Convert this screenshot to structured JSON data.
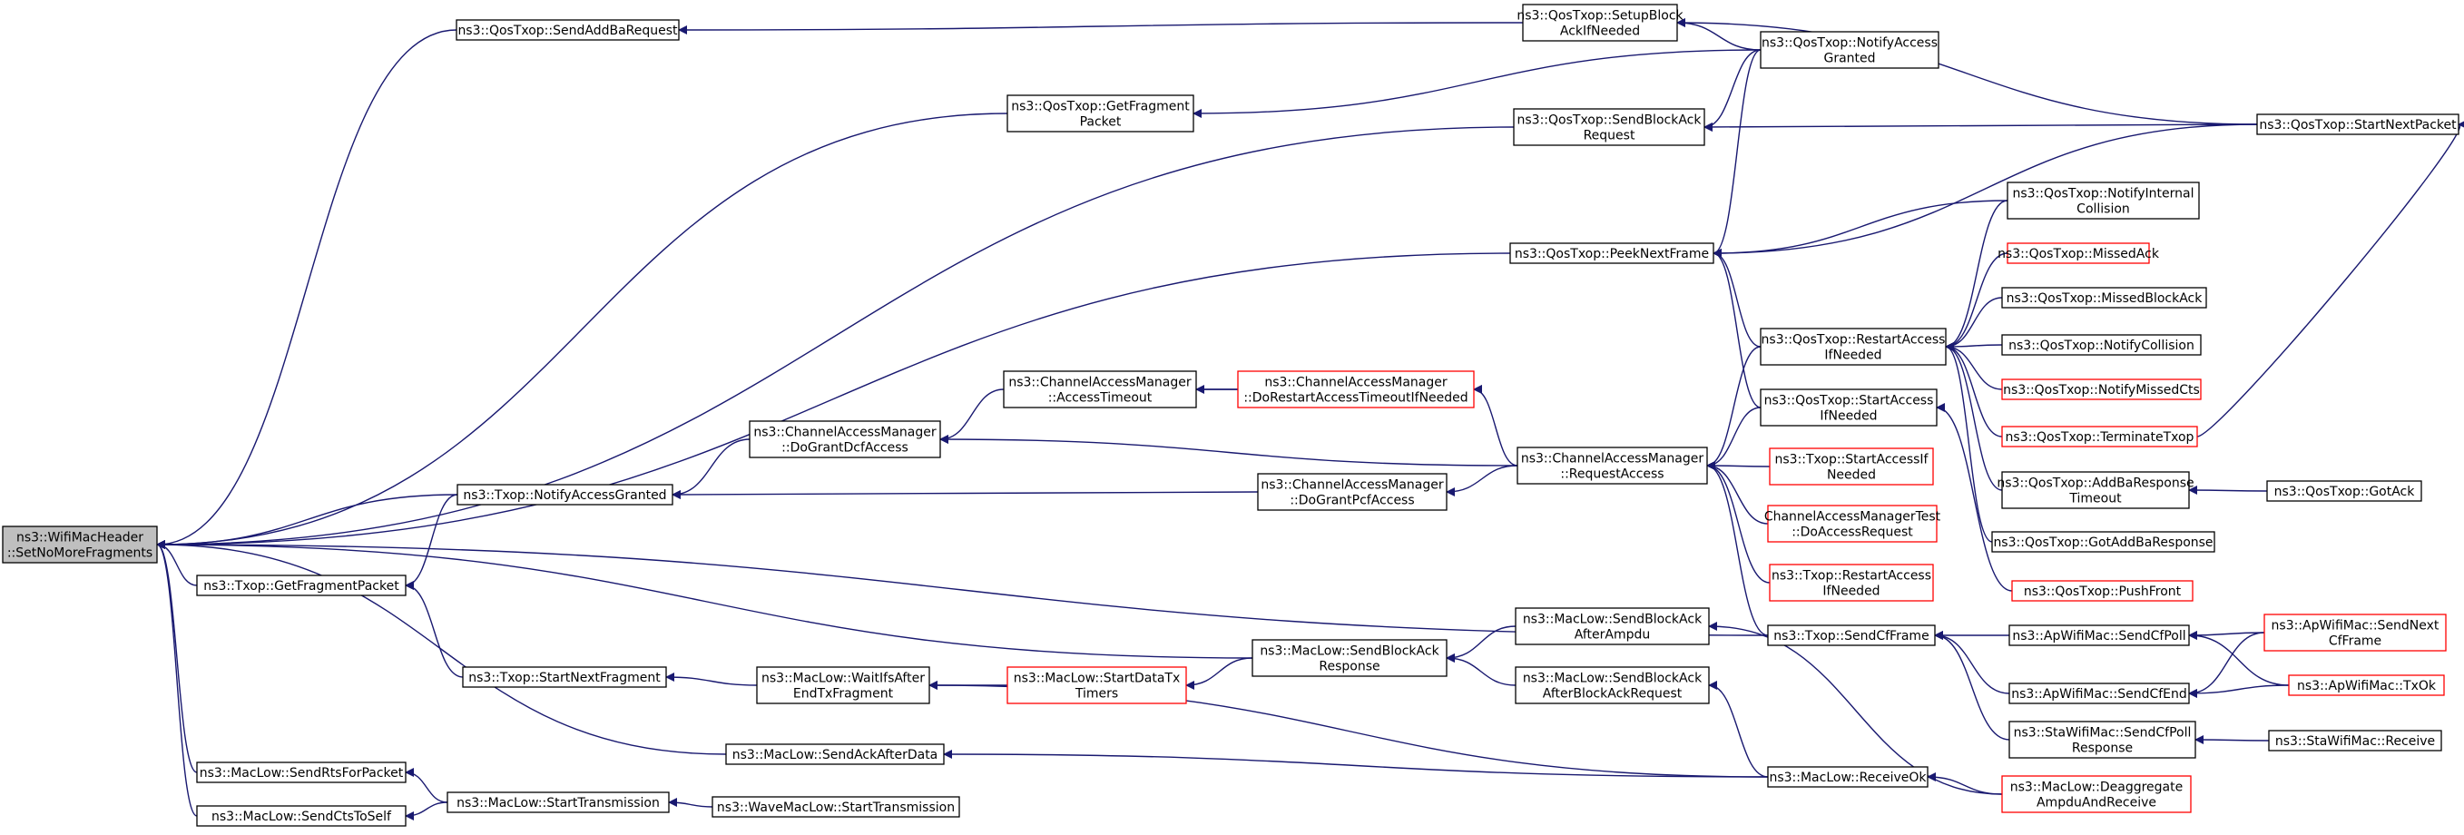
{
  "colors": {
    "edge": "#191970",
    "normal_border": "#000000",
    "red_border": "#ff0000",
    "root_fill": "#bfbfbf"
  },
  "nodes": [
    {
      "id": "root",
      "lines": [
        "ns3::WifiMacHeader",
        "::SetNoMoreFragments"
      ],
      "style": "root"
    },
    {
      "id": "sendAddBa",
      "lines": [
        "ns3::QosTxop::SendAddBaRequest"
      ]
    },
    {
      "id": "setupBlockAck",
      "lines": [
        "ns3::QosTxop::SetupBlock",
        "AckIfNeeded"
      ]
    },
    {
      "id": "notifyAccessGrantedQ",
      "lines": [
        "ns3::QosTxop::NotifyAccess",
        "Granted"
      ]
    },
    {
      "id": "getFragmentPacketQ",
      "lines": [
        "ns3::QosTxop::GetFragment",
        "Packet"
      ]
    },
    {
      "id": "sendBlockAckReq",
      "lines": [
        "ns3::QosTxop::SendBlockAck",
        "Request"
      ]
    },
    {
      "id": "startNextPacket",
      "lines": [
        "ns3::QosTxop::StartNextPacket"
      ]
    },
    {
      "id": "notifyInternalCollision",
      "lines": [
        "ns3::QosTxop::NotifyInternal",
        "Collision"
      ]
    },
    {
      "id": "peekNextFrame",
      "lines": [
        "ns3::QosTxop::PeekNextFrame"
      ]
    },
    {
      "id": "missedAck",
      "lines": [
        "ns3::QosTxop::MissedAck"
      ],
      "style": "red"
    },
    {
      "id": "missedBlockAck",
      "lines": [
        "ns3::QosTxop::MissedBlockAck"
      ]
    },
    {
      "id": "restartAccessQ",
      "lines": [
        "ns3::QosTxop::RestartAccess",
        "IfNeeded"
      ]
    },
    {
      "id": "notifyCollision",
      "lines": [
        "ns3::QosTxop::NotifyCollision"
      ]
    },
    {
      "id": "accessTimeout",
      "lines": [
        "ns3::ChannelAccessManager",
        "::AccessTimeout"
      ]
    },
    {
      "id": "doRestartAccess",
      "lines": [
        "ns3::ChannelAccessManager",
        "::DoRestartAccessTimeoutIfNeeded"
      ],
      "style": "red"
    },
    {
      "id": "notifyMissedCts",
      "lines": [
        "ns3::QosTxop::NotifyMissedCts"
      ],
      "style": "red"
    },
    {
      "id": "terminateTxop",
      "lines": [
        "ns3::QosTxop::TerminateTxop"
      ],
      "style": "red"
    },
    {
      "id": "startAccessQ",
      "lines": [
        "ns3::QosTxop::StartAccess",
        "IfNeeded"
      ]
    },
    {
      "id": "doGrantDcf",
      "lines": [
        "ns3::ChannelAccessManager",
        "::DoGrantDcfAccess"
      ]
    },
    {
      "id": "requestAccess",
      "lines": [
        "ns3::ChannelAccessManager",
        "::RequestAccess"
      ]
    },
    {
      "id": "addBaRespTimeout",
      "lines": [
        "ns3::QosTxop::AddBaResponse",
        "Timeout"
      ]
    },
    {
      "id": "gotAck",
      "lines": [
        "ns3::QosTxop::GotAck"
      ]
    },
    {
      "id": "txopNotifyAccess",
      "lines": [
        "ns3::Txop::NotifyAccessGranted"
      ]
    },
    {
      "id": "doGrantPcf",
      "lines": [
        "ns3::ChannelAccessManager",
        "::DoGrantPcfAccess"
      ]
    },
    {
      "id": "txopStartAccess",
      "lines": [
        "ns3::Txop::StartAccessIf",
        "Needed"
      ],
      "style": "red"
    },
    {
      "id": "camTest",
      "lines": [
        "ChannelAccessManagerTest",
        "::DoAccessRequest"
      ],
      "style": "red"
    },
    {
      "id": "gotAddBaResp",
      "lines": [
        "ns3::QosTxop::GotAddBaResponse"
      ]
    },
    {
      "id": "txopGetFragment",
      "lines": [
        "ns3::Txop::GetFragmentPacket"
      ]
    },
    {
      "id": "txopRestartAccess",
      "lines": [
        "ns3::Txop::RestartAccess",
        "IfNeeded"
      ],
      "style": "red"
    },
    {
      "id": "pushFront",
      "lines": [
        "ns3::QosTxop::PushFront"
      ],
      "style": "red"
    },
    {
      "id": "sendBlockAckAfterAmpdu",
      "lines": [
        "ns3::MacLow::SendBlockAck",
        "AfterAmpdu"
      ]
    },
    {
      "id": "txopStartNextFragment",
      "lines": [
        "ns3::Txop::StartNextFragment"
      ]
    },
    {
      "id": "waitIfs",
      "lines": [
        "ns3::MacLow::WaitIfsAfter",
        "EndTxFragment"
      ]
    },
    {
      "id": "startDataTx",
      "lines": [
        "ns3::MacLow::StartDataTx",
        "Timers"
      ],
      "style": "red"
    },
    {
      "id": "sendBlockAckResp",
      "lines": [
        "ns3::MacLow::SendBlockAck",
        "Response"
      ]
    },
    {
      "id": "sendCfFrame",
      "lines": [
        "ns3::Txop::SendCfFrame"
      ]
    },
    {
      "id": "apSendCfPoll",
      "lines": [
        "ns3::ApWifiMac::SendCfPoll"
      ]
    },
    {
      "id": "apSendNextCf",
      "lines": [
        "ns3::ApWifiMac::SendNext",
        "CfFrame"
      ],
      "style": "red"
    },
    {
      "id": "sendBlockAckAfterBAR",
      "lines": [
        "ns3::MacLow::SendBlockAck",
        "AfterBlockAckRequest"
      ]
    },
    {
      "id": "apSendCfEnd",
      "lines": [
        "ns3::ApWifiMac::SendCfEnd"
      ]
    },
    {
      "id": "apTxOk",
      "lines": [
        "ns3::ApWifiMac::TxOk"
      ],
      "style": "red"
    },
    {
      "id": "staSendCfPollResp",
      "lines": [
        "ns3::StaWifiMac::SendCfPoll",
        "Response"
      ]
    },
    {
      "id": "staReceive",
      "lines": [
        "ns3::StaWifiMac::Receive"
      ]
    },
    {
      "id": "sendAckAfterData",
      "lines": [
        "ns3::MacLow::SendAckAfterData"
      ]
    },
    {
      "id": "receiveOk",
      "lines": [
        "ns3::MacLow::ReceiveOk"
      ]
    },
    {
      "id": "deaggregate",
      "lines": [
        "ns3::MacLow::Deaggregate",
        "AmpduAndReceive"
      ],
      "style": "red"
    },
    {
      "id": "sendRts",
      "lines": [
        "ns3::MacLow::SendRtsForPacket"
      ]
    },
    {
      "id": "macStartTx",
      "lines": [
        "ns3::MacLow::StartTransmission"
      ]
    },
    {
      "id": "sendCtsToSelf",
      "lines": [
        "ns3::MacLow::SendCtsToSelf"
      ]
    },
    {
      "id": "waveStartTx",
      "lines": [
        "ns3::WaveMacLow::StartTransmission"
      ]
    }
  ],
  "edges": [
    [
      "sendAddBa",
      "root"
    ],
    [
      "getFragmentPacketQ",
      "root"
    ],
    [
      "sendBlockAckReq",
      "root"
    ],
    [
      "peekNextFrame",
      "root"
    ],
    [
      "txopNotifyAccess",
      "root"
    ],
    [
      "sendCfFrame",
      "root"
    ],
    [
      "txopGetFragment",
      "root"
    ],
    [
      "sendBlockAckResp",
      "root"
    ],
    [
      "sendAckAfterData",
      "root"
    ],
    [
      "sendRts",
      "root"
    ],
    [
      "sendCtsToSelf",
      "root"
    ],
    [
      "setupBlockAck",
      "sendAddBa"
    ],
    [
      "notifyAccessGrantedQ",
      "setupBlockAck"
    ],
    [
      "startNextPacket",
      "setupBlockAck"
    ],
    [
      "notifyAccessGrantedQ",
      "getFragmentPacketQ"
    ],
    [
      "notifyAccessGrantedQ",
      "sendBlockAckReq"
    ],
    [
      "startNextPacket",
      "sendBlockAckReq"
    ],
    [
      "notifyAccessGrantedQ",
      "peekNextFrame"
    ],
    [
      "startNextPacket",
      "peekNextFrame"
    ],
    [
      "notifyInternalCollision",
      "peekNextFrame"
    ],
    [
      "restartAccessQ",
      "peekNextFrame"
    ],
    [
      "startAccessQ",
      "peekNextFrame"
    ],
    [
      "notifyInternalCollision",
      "restartAccessQ"
    ],
    [
      "missedAck",
      "restartAccessQ"
    ],
    [
      "missedBlockAck",
      "restartAccessQ"
    ],
    [
      "notifyCollision",
      "restartAccessQ"
    ],
    [
      "notifyMissedCts",
      "restartAccessQ"
    ],
    [
      "terminateTxop",
      "restartAccessQ"
    ],
    [
      "addBaRespTimeout",
      "restartAccessQ"
    ],
    [
      "gotAddBaResp",
      "restartAccessQ"
    ],
    [
      "terminateTxop",
      "startNextPacket"
    ],
    [
      "gotAck",
      "addBaRespTimeout"
    ],
    [
      "pushFront",
      "startAccessQ"
    ],
    [
      "restartAccessQ",
      "requestAccess"
    ],
    [
      "startAccessQ",
      "requestAccess"
    ],
    [
      "txopStartAccess",
      "requestAccess"
    ],
    [
      "camTest",
      "requestAccess"
    ],
    [
      "txopRestartAccess",
      "requestAccess"
    ],
    [
      "sendCfFrame",
      "requestAccess"
    ],
    [
      "requestAccess",
      "doRestartAccess"
    ],
    [
      "doRestartAccess",
      "accessTimeout"
    ],
    [
      "accessTimeout",
      "doRestartAccess"
    ],
    [
      "accessTimeout",
      "doGrantDcf"
    ],
    [
      "requestAccess",
      "doGrantDcf"
    ],
    [
      "requestAccess",
      "doGrantPcf"
    ],
    [
      "doGrantDcf",
      "txopNotifyAccess"
    ],
    [
      "doGrantPcf",
      "txopNotifyAccess"
    ],
    [
      "txopNotifyAccess",
      "txopGetFragment"
    ],
    [
      "txopStartNextFragment",
      "txopGetFragment"
    ],
    [
      "waitIfs",
      "txopStartNextFragment"
    ],
    [
      "startDataTx",
      "waitIfs"
    ],
    [
      "sendBlockAckResp",
      "startDataTx"
    ],
    [
      "receiveOk",
      "waitIfs"
    ],
    [
      "sendBlockAckAfterAmpdu",
      "sendBlockAckResp"
    ],
    [
      "sendBlockAckAfterBAR",
      "sendBlockAckResp"
    ],
    [
      "deaggregate",
      "sendBlockAckAfterAmpdu"
    ],
    [
      "receiveOk",
      "sendBlockAckAfterBAR"
    ],
    [
      "apSendCfPoll",
      "sendCfFrame"
    ],
    [
      "apSendCfEnd",
      "sendCfFrame"
    ],
    [
      "staSendCfPollResp",
      "sendCfFrame"
    ],
    [
      "apSendNextCf",
      "apSendCfPoll"
    ],
    [
      "apTxOk",
      "apSendCfPoll"
    ],
    [
      "apSendNextCf",
      "apSendCfEnd"
    ],
    [
      "apTxOk",
      "apSendCfEnd"
    ],
    [
      "staReceive",
      "staSendCfPollResp"
    ],
    [
      "receiveOk",
      "sendAckAfterData"
    ],
    [
      "deaggregate",
      "receiveOk"
    ],
    [
      "macStartTx",
      "sendRts"
    ],
    [
      "macStartTx",
      "sendCtsToSelf"
    ],
    [
      "waveStartTx",
      "macStartTx"
    ]
  ]
}
